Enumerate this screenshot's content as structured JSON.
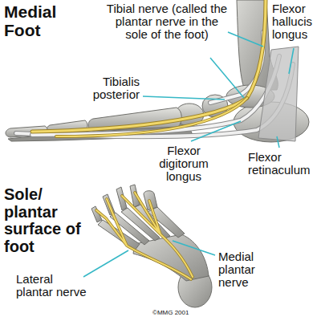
{
  "diagram": {
    "labels": [
      "Medial Foot",
      "Tibial nerve (called the plantar nerve in the sole of the foot)",
      "Flexor hallucis longus",
      "Tibialis posterior",
      "Flexor digitorum longus",
      "Flexor retinaculum",
      "Sole/ plantar surface of foot",
      "Lateral plantar nerve",
      "Medial plantar nerve",
      "©MMG 2001"
    ]
  }
}
